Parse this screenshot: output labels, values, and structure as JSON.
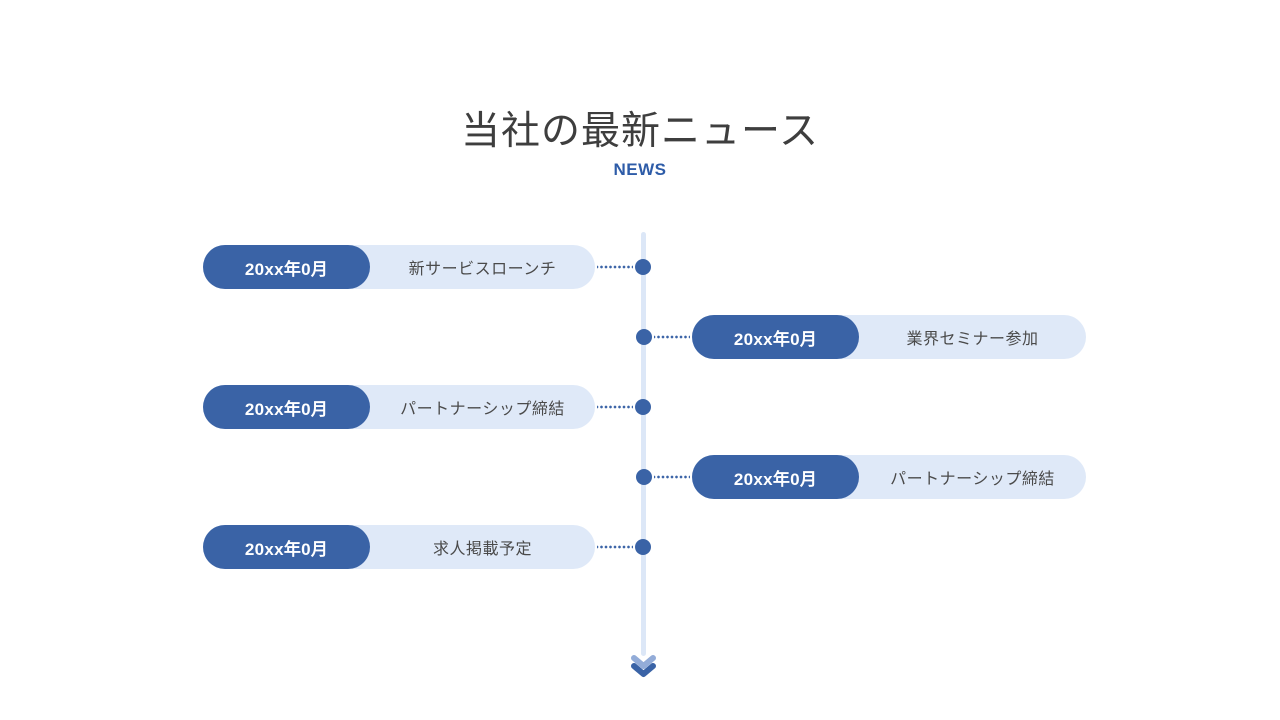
{
  "slide": {
    "title": "当社の最新ニュース",
    "subtitle": "NEWS"
  },
  "colors": {
    "accent_blue": "#3A63A6",
    "light_blue": "#DFE9F8",
    "timeline_line": "#DCE7F7",
    "subtitle_blue": "#2E5CA8",
    "title_gray": "#3E3E3E",
    "label_gray": "#4A4A4A"
  },
  "timeline": {
    "arrow_icon": "chevron-double-down",
    "items": [
      {
        "side": "left",
        "date": "20xx年0月",
        "label": "新サービスローンチ"
      },
      {
        "side": "right",
        "date": "20xx年0月",
        "label": "業界セミナー参加"
      },
      {
        "side": "left",
        "date": "20xx年0月",
        "label": "パートナーシップ締結"
      },
      {
        "side": "right",
        "date": "20xx年0月",
        "label": "パートナーシップ締結"
      },
      {
        "side": "left",
        "date": "20xx年0月",
        "label": "求人掲載予定"
      }
    ]
  }
}
